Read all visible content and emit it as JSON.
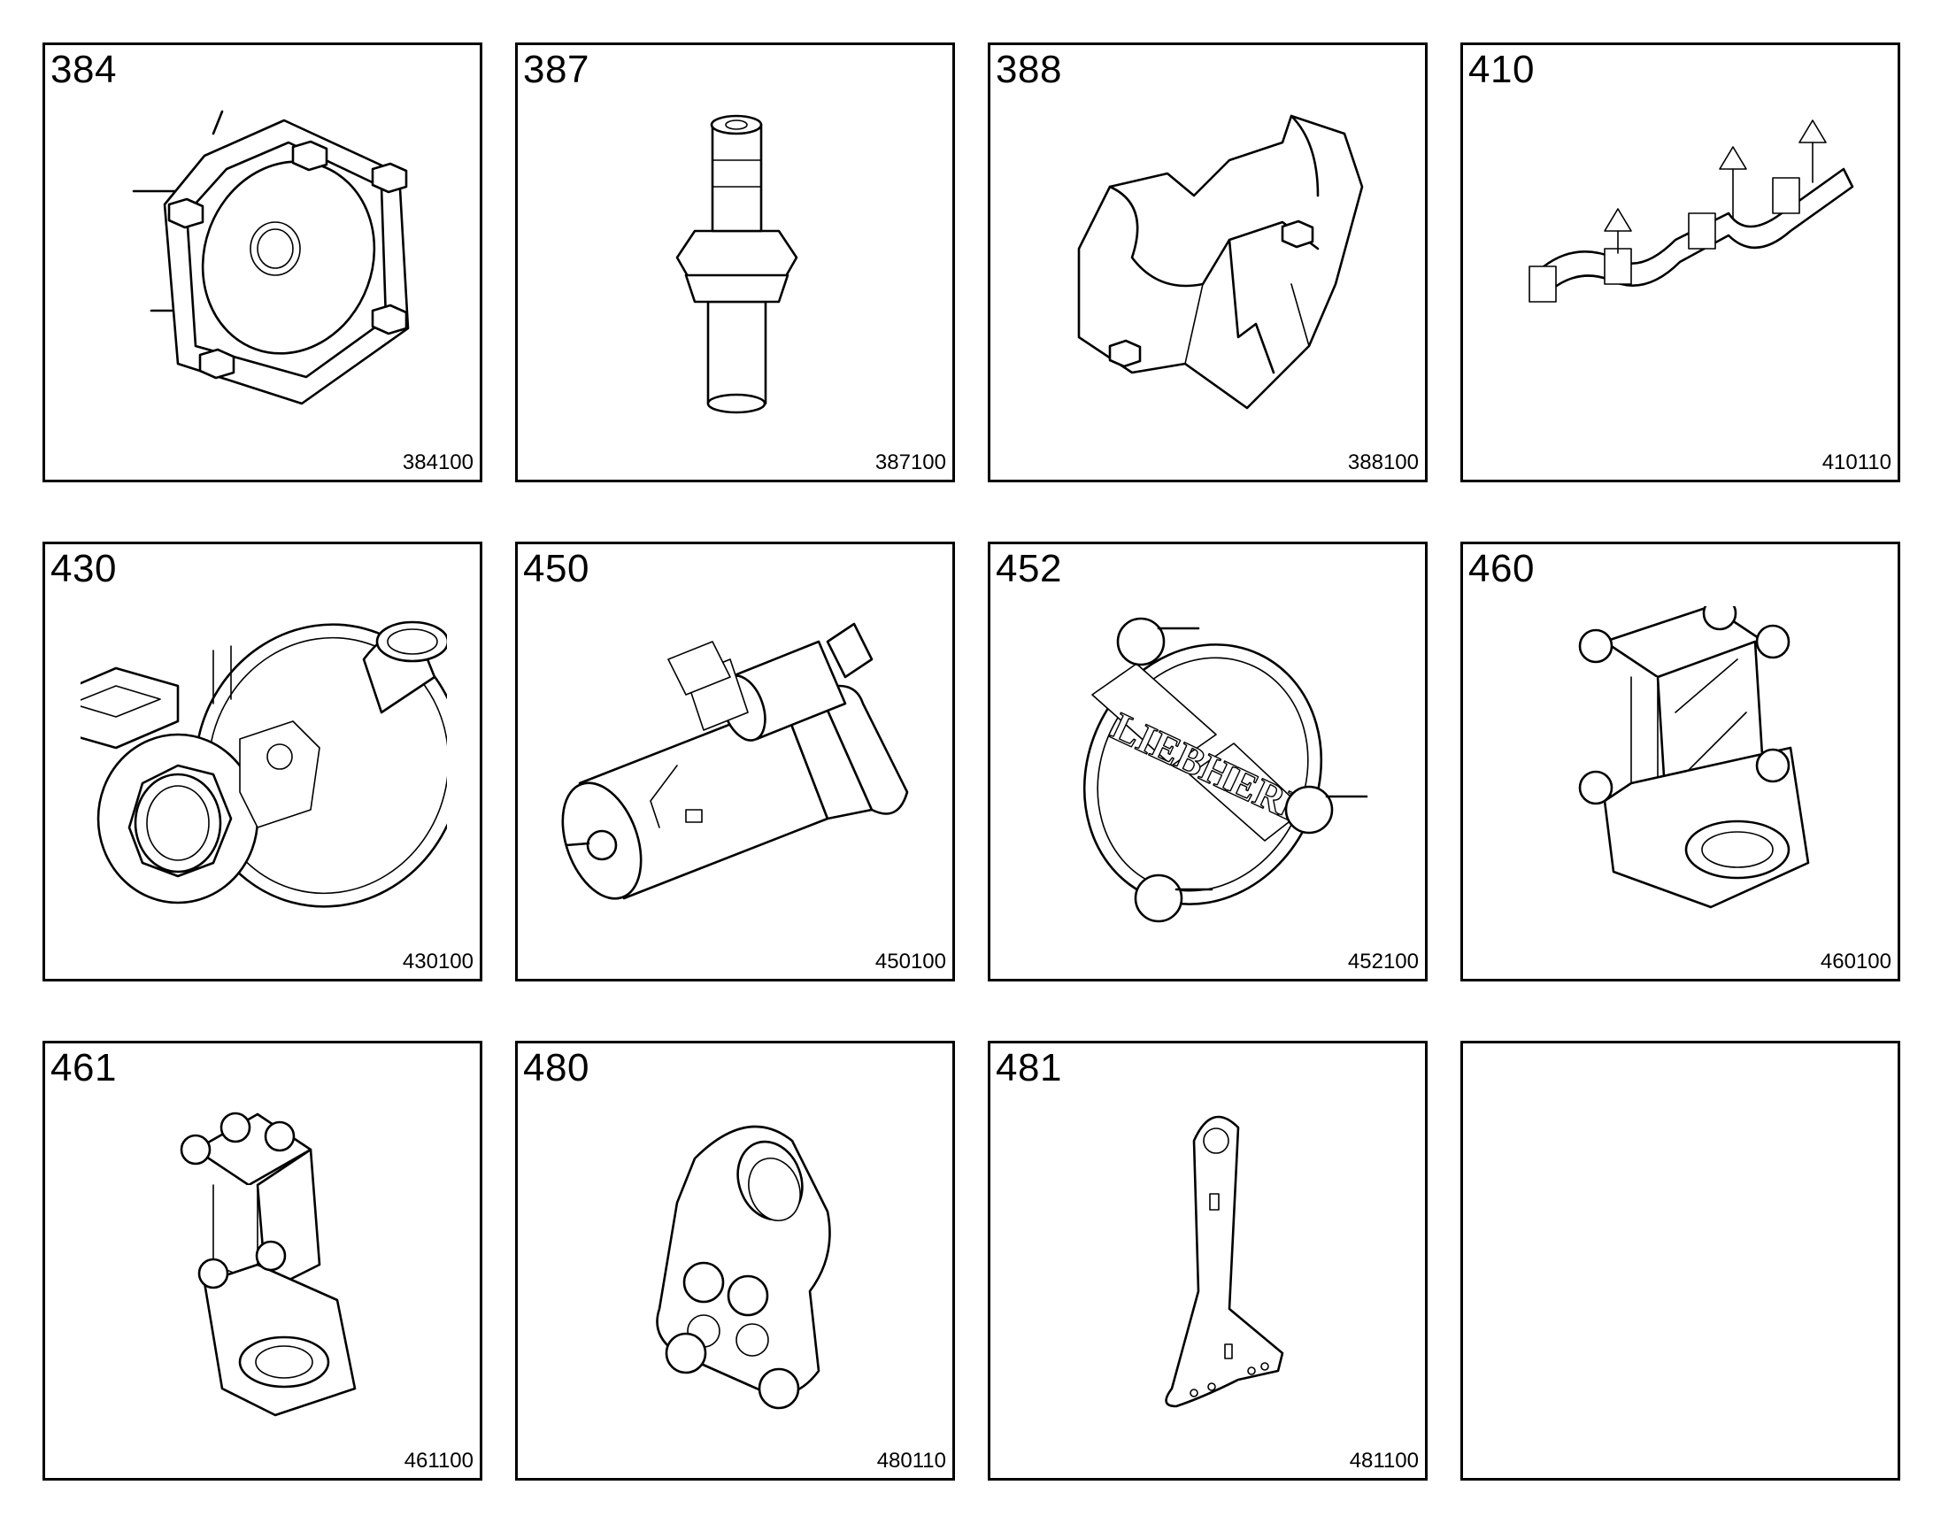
{
  "tiles": [
    {
      "group": "384",
      "code": "384100",
      "icon": "water-pump-cover-icon"
    },
    {
      "group": "387",
      "code": "387100",
      "icon": "hose-nozzle-icon"
    },
    {
      "group": "388",
      "code": "388100",
      "icon": "thermostat-housing-icon"
    },
    {
      "group": "410",
      "code": "410110",
      "icon": "exhaust-manifold-icon"
    },
    {
      "group": "430",
      "code": "430100",
      "icon": "turbocharger-icon"
    },
    {
      "group": "450",
      "code": "450100",
      "icon": "starter-motor-icon"
    },
    {
      "group": "452",
      "code": "452100",
      "icon": "flywheel-cover-icon"
    },
    {
      "group": "460",
      "code": "460100",
      "icon": "engine-mount-bracket-icon"
    },
    {
      "group": "461",
      "code": "461100",
      "icon": "engine-mount-bracket-icon"
    },
    {
      "group": "480",
      "code": "480110",
      "icon": "lifting-eye-icon"
    },
    {
      "group": "481",
      "code": "481100",
      "icon": "lifting-strap-icon"
    },
    {
      "group": "",
      "code": "",
      "icon": ""
    }
  ],
  "brand_mark": "LIEBHERR"
}
